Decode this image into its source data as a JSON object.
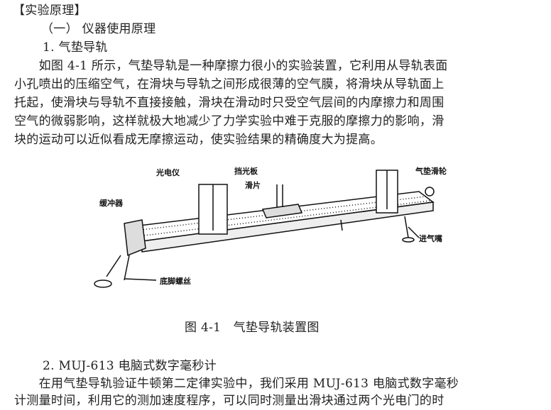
{
  "heading": "【实验原理】",
  "subheading": "（一） 仪器使用原理",
  "section1_title": "1. 气垫导轨",
  "para1": [
    "　　如图 4-1 所示，气垫导轨是一种摩擦力很小的实验装置，它利用从导轨表面",
    "小孔喷出的压缩空气，在滑块与导轨之间形成很薄的空气膜，将滑块从导轨面上",
    "托起，使滑块与导轨不直接接触，滑块在滑动时只受空气层间的内摩擦力和周围",
    "空气的微弱影响，这样就极大地减少了力学实验中难于克服的摩擦力的影响，滑",
    "块的运动可以近似看成无摩擦运动，使实验结果的精确度大为提高。"
  ],
  "figure": {
    "labels": {
      "photogate": "光电仪",
      "shade": "挡光板",
      "slider": "滑片",
      "pulley": "气垫滑轮",
      "buffer": "缓冲器",
      "inlet": "进气嘴",
      "foot_screw": "底脚螺丝"
    },
    "caption": "图 4-1　气垫导轨装置图"
  },
  "section2_title": "2. MUJ-613 电脑式数字毫秒计",
  "para2": [
    "　　在用气垫导轨验证牛顿第二定律实验中，我们采用 MUJ-613 电脑式数字毫秒",
    "计测量时间，利用它的测加速度程序，可以同时测量出滑块通过两个光电门的时"
  ]
}
